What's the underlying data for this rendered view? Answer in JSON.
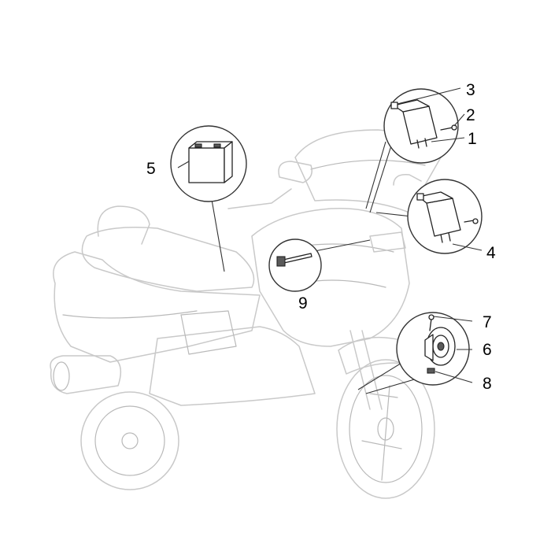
{
  "callouts": [
    {
      "id": "1",
      "label": "1"
    },
    {
      "id": "2",
      "label": "2"
    },
    {
      "id": "3",
      "label": "3"
    },
    {
      "id": "4",
      "label": "4"
    },
    {
      "id": "5",
      "label": "5"
    },
    {
      "id": "6",
      "label": "6"
    },
    {
      "id": "7",
      "label": "7"
    },
    {
      "id": "8",
      "label": "8"
    },
    {
      "id": "9",
      "label": "9"
    }
  ],
  "colors": {
    "scooter_outline": "#c9c9c9",
    "part_outline": "#222222",
    "callout_text": "#000000",
    "background": "#ffffff"
  }
}
